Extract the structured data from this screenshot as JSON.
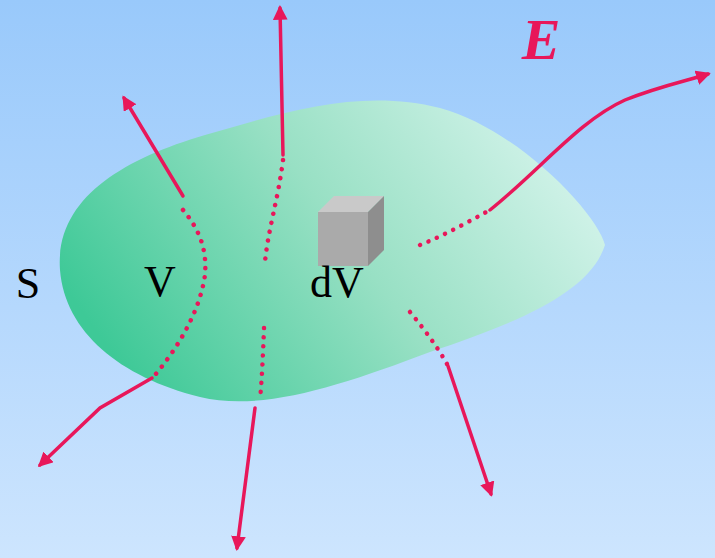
{
  "diagram": {
    "nodes": [
      {
        "text": [
          "S",
          "V",
          "dV"
        ]
      }
    ],
    "labels": [
      "E"
    ]
  }
}
